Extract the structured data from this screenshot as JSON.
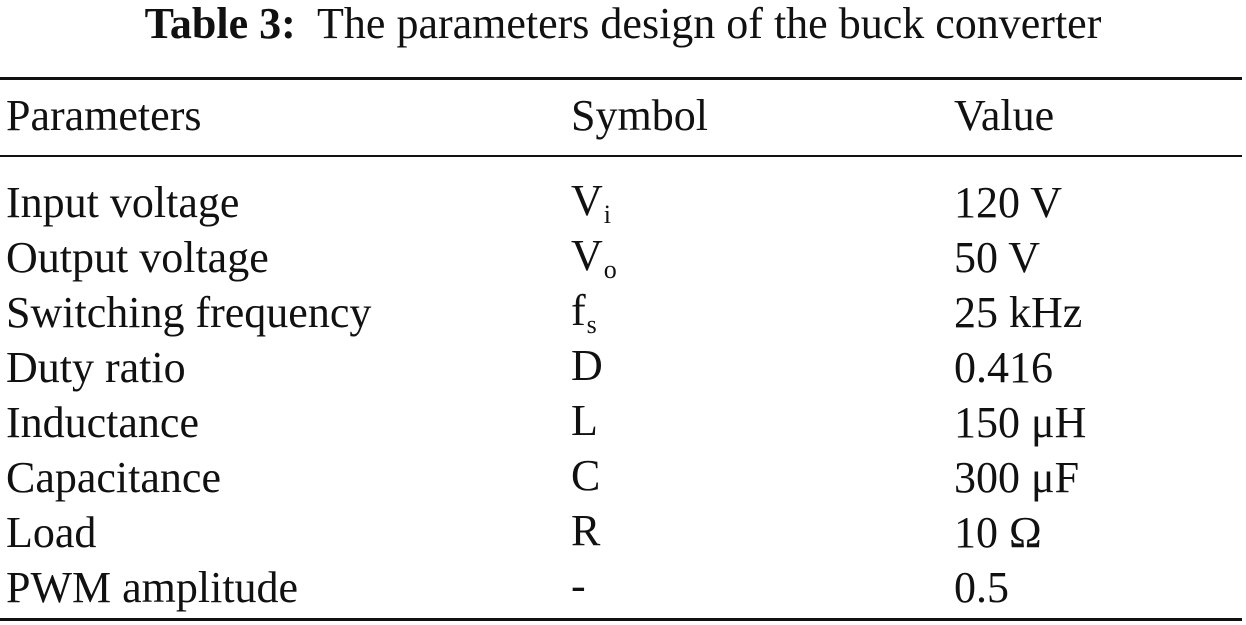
{
  "caption": {
    "label": "Table 3:",
    "text": "The parameters design of the buck converter"
  },
  "table": {
    "headers": {
      "parameters": "Parameters",
      "symbol": "Symbol",
      "value": "Value"
    },
    "rows": [
      {
        "parameter": "Input voltage",
        "symbol": "V",
        "symbol_sub": "i",
        "value": "120 V"
      },
      {
        "parameter": "Output voltage",
        "symbol": "V",
        "symbol_sub": "o",
        "value": "50 V"
      },
      {
        "parameter": "Switching frequency",
        "symbol": "f",
        "symbol_sub": "s",
        "value": "25 kHz"
      },
      {
        "parameter": "Duty ratio",
        "symbol": "D",
        "symbol_sub": "",
        "value": "0.416"
      },
      {
        "parameter": "Inductance",
        "symbol": "L",
        "symbol_sub": "",
        "value": "150 μH"
      },
      {
        "parameter": "Capacitance",
        "symbol": "C",
        "symbol_sub": "",
        "value": "300 μF"
      },
      {
        "parameter": "Load",
        "symbol": "R",
        "symbol_sub": "",
        "value": "10 Ω"
      },
      {
        "parameter": "PWM amplitude",
        "symbol": "-",
        "symbol_sub": "",
        "value": "0.5"
      }
    ]
  }
}
